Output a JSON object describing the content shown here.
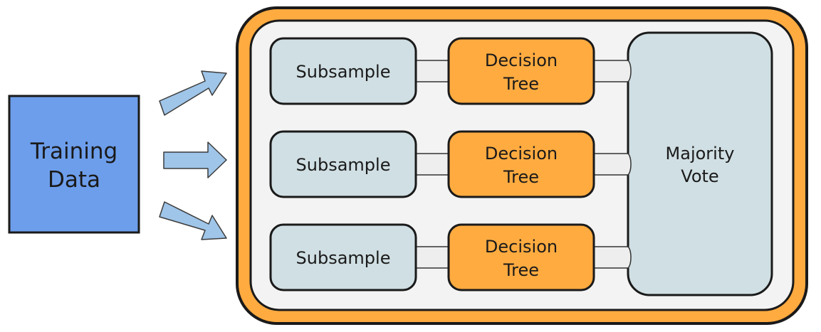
{
  "training_data": {
    "line1": "Training",
    "line2": "Data"
  },
  "rows": [
    {
      "subsample": "Subsample",
      "tree_line1": "Decision",
      "tree_line2": "Tree"
    },
    {
      "subsample": "Subsample",
      "tree_line1": "Decision",
      "tree_line2": "Tree"
    },
    {
      "subsample": "Subsample",
      "tree_line1": "Decision",
      "tree_line2": "Tree"
    }
  ],
  "majority_vote": {
    "line1": "Majority",
    "line2": "Vote"
  },
  "colors": {
    "training_fill": "#6d9eeb",
    "arrow_fill": "#9fc5e8",
    "outer_fill": "#ffab40",
    "inner_fill": "#f3f3f3",
    "subsample_fill": "#d0dfe3",
    "tree_fill": "#ffab40",
    "vote_fill": "#d0dfe3",
    "connector_fill": "#eeeeee",
    "stroke": "#1a1a1a"
  }
}
